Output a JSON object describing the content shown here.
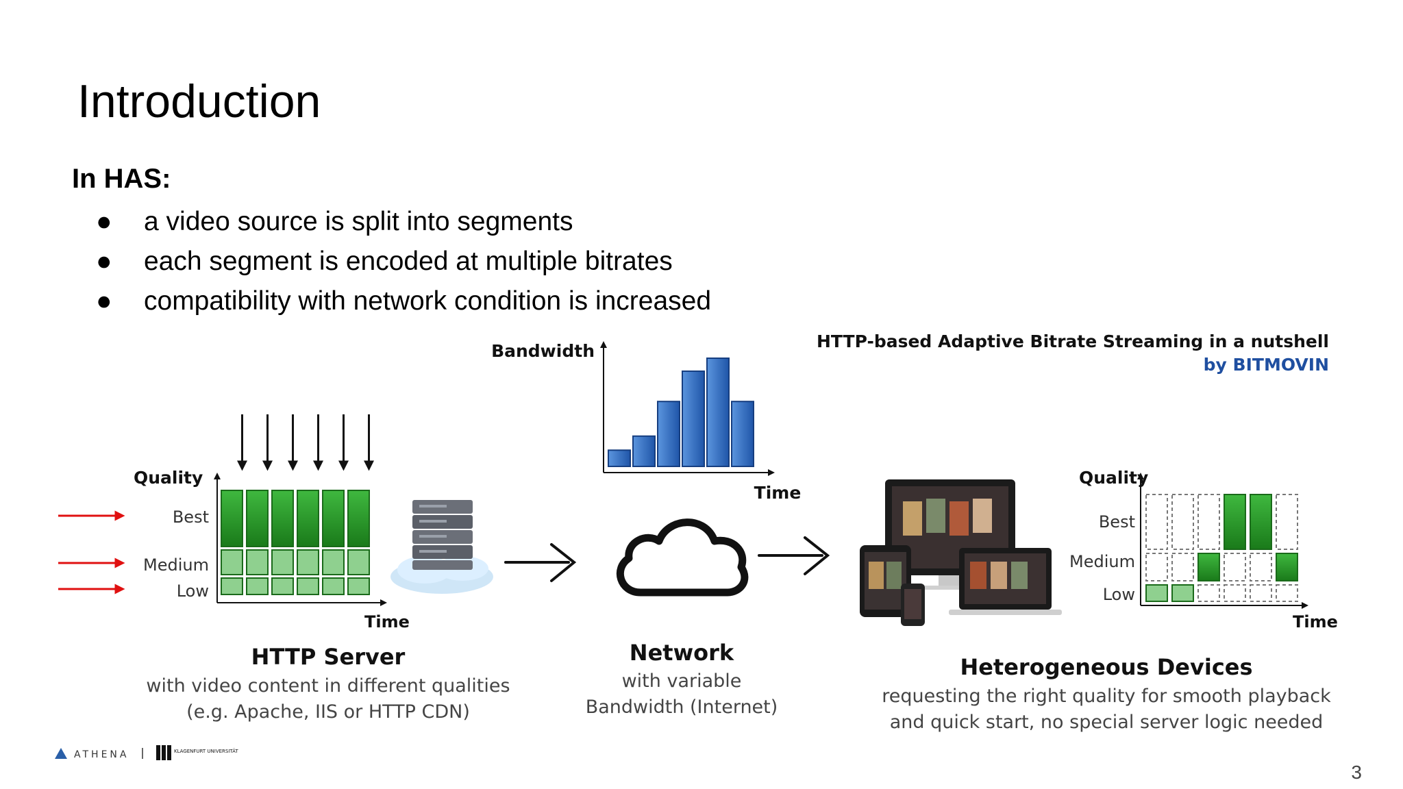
{
  "slide": {
    "title": "Introduction",
    "subhead": "In HAS:",
    "bullets": [
      "a video source is split into segments",
      "each segment is encoded at multiple bitrates",
      "compatibility with network condition is increased"
    ],
    "page_number": "3"
  },
  "figure": {
    "heading": "HTTP-based Adaptive Bitrate Streaming in a nutshell",
    "byline": "by BITMOVIN",
    "server": {
      "y_axis": "Quality",
      "levels": [
        "Best",
        "Medium",
        "Low"
      ],
      "x_axis": "Time",
      "caption_title": "HTTP Server",
      "caption_line1": "with video content in different qualities",
      "caption_line2": "(e.g. Apache, IIS or HTTP CDN)"
    },
    "network": {
      "y_axis": "Bandwidth",
      "x_axis": "Time",
      "bandwidth_levels": [
        0.15,
        0.28,
        0.6,
        0.88,
        1.0,
        0.6
      ],
      "caption_title": "Network",
      "caption_line1": "with variable",
      "caption_line2": "Bandwidth (Internet)"
    },
    "devices": {
      "y_axis": "Quality",
      "levels": [
        "Best",
        "Medium",
        "Low"
      ],
      "x_axis": "Time",
      "selected_levels": [
        "Low",
        "Low",
        "Medium",
        "Best",
        "Best",
        "Medium"
      ],
      "caption_title": "Heterogeneous Devices",
      "caption_line1": "requesting the right quality for smooth playback",
      "caption_line2": "and quick start, no special server logic needed"
    },
    "colors": {
      "arrow_red": "#e01010",
      "green_dark": "#1e8a1e",
      "green_light": "#8fd08f",
      "blue": "#2f6fc4",
      "bitmovin_blue": "#1f4fa0"
    }
  },
  "logos": {
    "athena": "ATHENA",
    "uni": "KLAGENFURT UNIVERSITÄT"
  }
}
